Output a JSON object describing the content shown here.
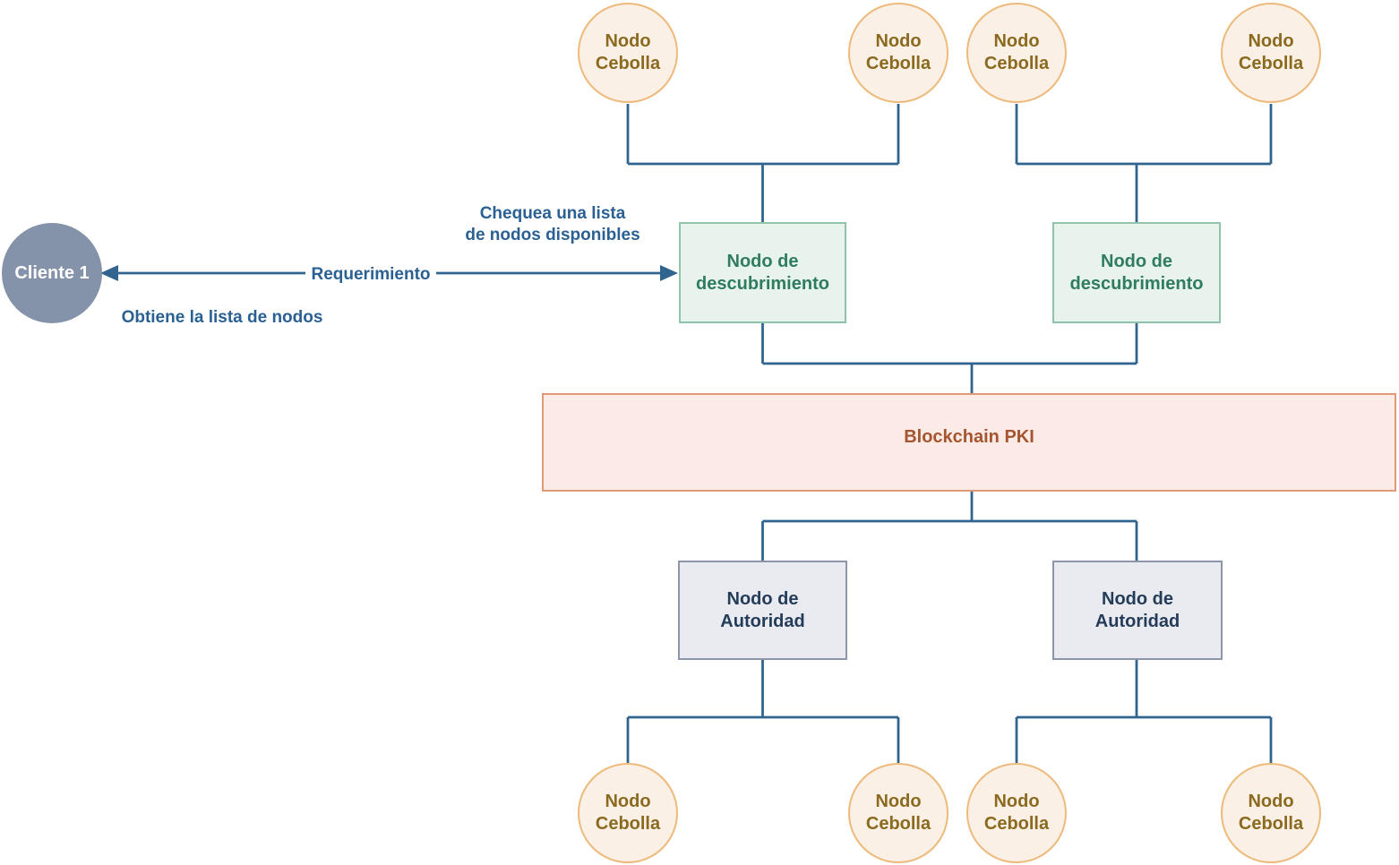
{
  "client": {
    "label": "Cliente 1"
  },
  "flow_labels": {
    "request": "Requerimiento",
    "check_list_line1": "Chequea una lista",
    "check_list_line2": "de nodos disponibles",
    "obtain_list": "Obtiene la lista de nodos"
  },
  "nodes": {
    "onion": {
      "line1": "Nodo",
      "line2": "Cebolla"
    },
    "discovery": {
      "line1": "Nodo de",
      "line2": "descubrimiento"
    },
    "authority": {
      "line1": "Nodo de",
      "line2": "Autoridad"
    },
    "blockchain_pki": {
      "label": "Blockchain PKI"
    }
  },
  "structure": {
    "top_onion_count": 4,
    "discovery_count": 2,
    "authority_count": 2,
    "bottom_onion_count": 4,
    "description": "4 onion nodes feed 2 discovery nodes into Blockchain PKI, which connects to 2 authority nodes feeding 4 onion nodes; client requests node list from discovery node"
  },
  "colors": {
    "connector_line": "#31658F",
    "onion_fill": "#FAF0E5",
    "onion_border": "#EEBA7C",
    "onion_text": "#8B6A20",
    "discovery_fill": "#E7F3EC",
    "discovery_border": "#8FC3AA",
    "discovery_text": "#2F7D5E",
    "pki_fill": "#FBEAE5",
    "pki_border": "#E09A7A",
    "pki_text": "#A5552F",
    "authority_fill": "#E9EBF1",
    "authority_border": "#8C96A8",
    "authority_text": "#253C59",
    "client_fill": "#8492AA",
    "client_text": "#FFFFFF",
    "label_text": "#2B6092"
  }
}
